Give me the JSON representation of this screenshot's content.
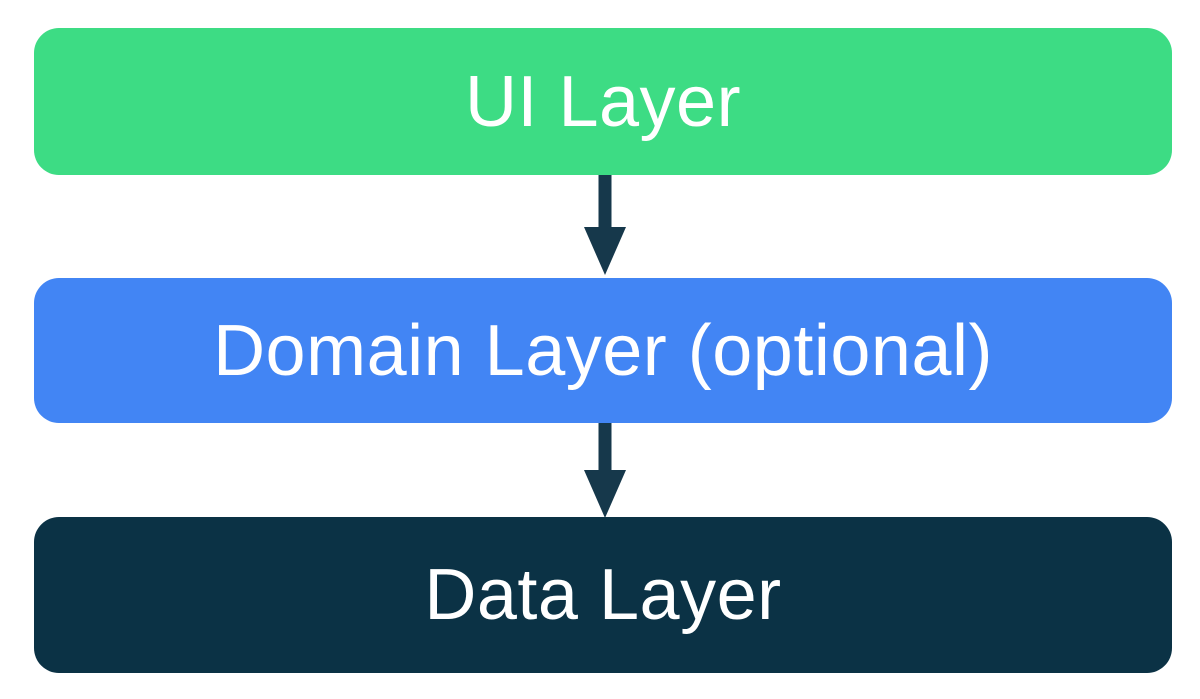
{
  "diagram": {
    "background_color": "#ffffff",
    "layers": [
      {
        "id": "ui",
        "label": "UI Layer",
        "color": "#3ddc84",
        "text_color": "#ffffff"
      },
      {
        "id": "domain",
        "label": "Domain Layer (optional)",
        "color": "#4285f4",
        "text_color": "#ffffff"
      },
      {
        "id": "data",
        "label": "Data Layer",
        "color": "#0b3245",
        "text_color": "#ffffff"
      }
    ],
    "arrows": [
      {
        "from": "UI Layer",
        "to": "Domain Layer (optional)",
        "direction": "down",
        "color": "#16384b"
      },
      {
        "from": "Domain Layer (optional)",
        "to": "Data Layer",
        "direction": "down",
        "color": "#16384b"
      }
    ]
  }
}
